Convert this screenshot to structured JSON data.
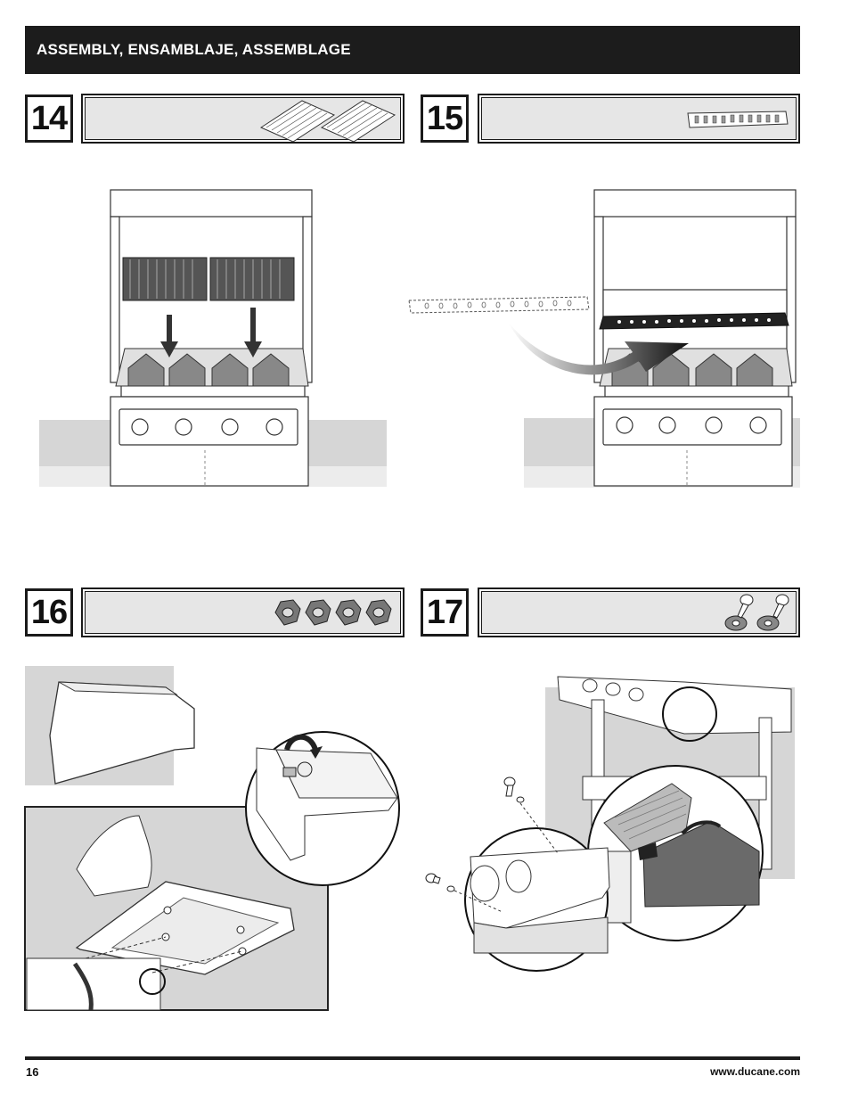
{
  "header": {
    "title": "ASSEMBLY, ENSAMBLAJE, ASSEMBLAGE"
  },
  "steps": [
    {
      "number": "14",
      "part_icon": "cooking-grates-icon"
    },
    {
      "number": "15",
      "part_icon": "warming-rack-icon"
    },
    {
      "number": "16",
      "part_icon": "lock-nuts-icon"
    },
    {
      "number": "17",
      "part_icon": "bolts-washers-icon"
    }
  ],
  "colors": {
    "header_bg": "#1c1c1c",
    "panel_bg": "#e6e6e6",
    "backdrop": "#d6d6d6"
  },
  "footer": {
    "page_number": "16",
    "website": "www.ducane.com"
  }
}
